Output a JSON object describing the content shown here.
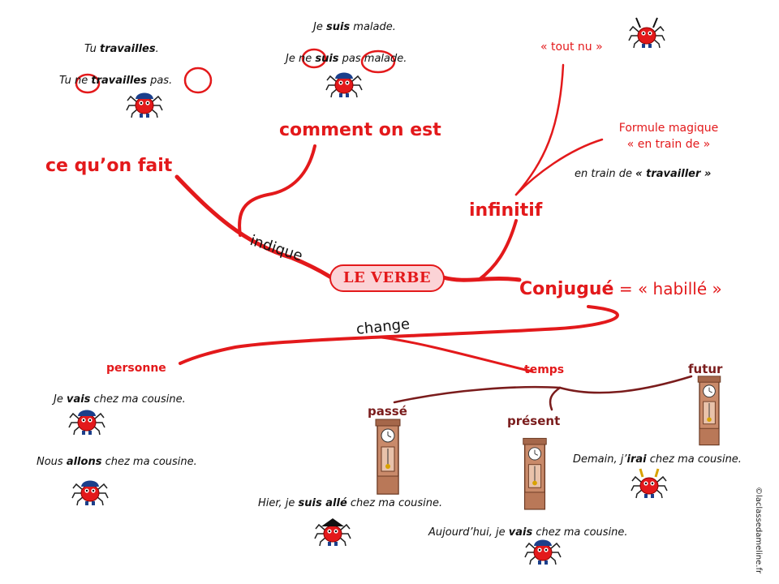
{
  "center": {
    "label": "LE VERBE"
  },
  "branches": {
    "what_one_does": "ce qu’on fait",
    "how_one_is": "comment on est",
    "indique": "indique",
    "infinitif": "infinitif",
    "conjugue": "Conjugué",
    "conjugue_rest": " = « habillé »",
    "change": "change",
    "tout_nu": "«  tout nu »",
    "formule_line1": "Formule magique",
    "formule_line2": "« en train de »",
    "personne": "personne",
    "temps": "temps",
    "passe": "passé",
    "present": "présent",
    "futur": "futur"
  },
  "examples": {
    "tu_travailles": {
      "a": "Tu ",
      "b": "travailles",
      "c": "."
    },
    "tu_ne_travailles": {
      "a": "Tu ne ",
      "b": "travailles",
      "c": " pas."
    },
    "je_suis": {
      "a": "Je ",
      "b": "suis",
      "c": " malade."
    },
    "je_ne_suis": {
      "a": "Je ne ",
      "b": "suis",
      "c": " pas malade."
    },
    "en_train": {
      "a": "en train de ",
      "b": "« travailler »"
    },
    "je_vais": {
      "a": "Je ",
      "b": "vais",
      "c": " chez ma cousine."
    },
    "nous_allons": {
      "a": "Nous ",
      "b": "allons",
      "c": " chez ma cousine."
    },
    "hier": {
      "a": "Hier, je ",
      "b": "suis allé",
      "c": " chez ma cousine."
    },
    "aujourdhui": {
      "a": "Aujourd’hui, je ",
      "b": "vais",
      "c": " chez ma cousine."
    },
    "demain": {
      "a": "Demain, j’",
      "b": "irai",
      "c": " chez ma cousine."
    }
  },
  "copyright": "©laclassedameline.fr",
  "colors": {
    "accent": "#e3191b",
    "dark_branch": "#7a1c1c",
    "pill_bg": "#fbd3d6",
    "clock_wood": "#c07a5a"
  },
  "icons": {
    "mascot": "spider-mascot-icon",
    "clock": "grandfather-clock-icon"
  }
}
